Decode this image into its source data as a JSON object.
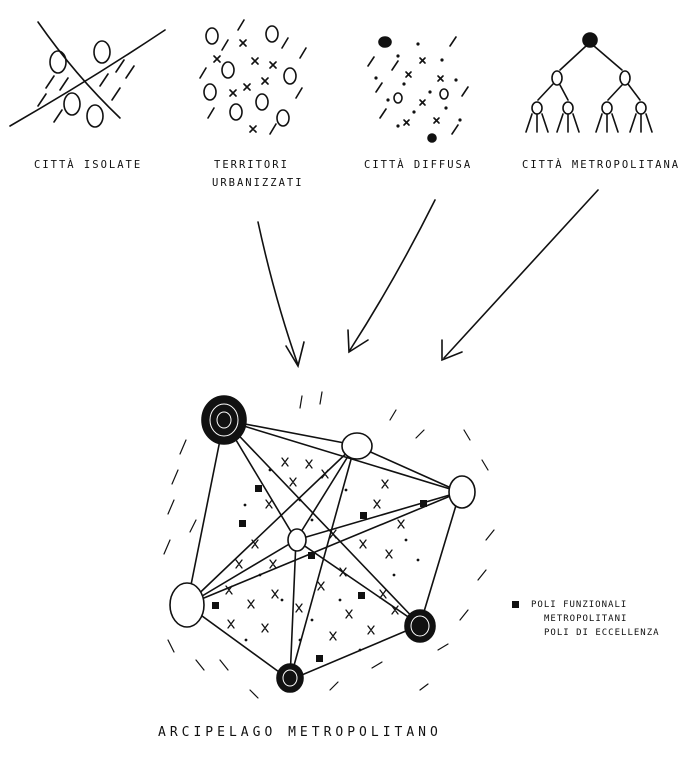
{
  "diagram": {
    "types": [
      {
        "label": "città isolate"
      },
      {
        "label": "territori",
        "label2": "urbanizzati"
      },
      {
        "label": "città diffusa"
      },
      {
        "label": "città metropolitana"
      }
    ],
    "result_label": "arcipelago metropolitano",
    "legend": {
      "line1": "poli funzionali",
      "line2": "metropolitani",
      "line3": "poli di eccellenza"
    }
  }
}
